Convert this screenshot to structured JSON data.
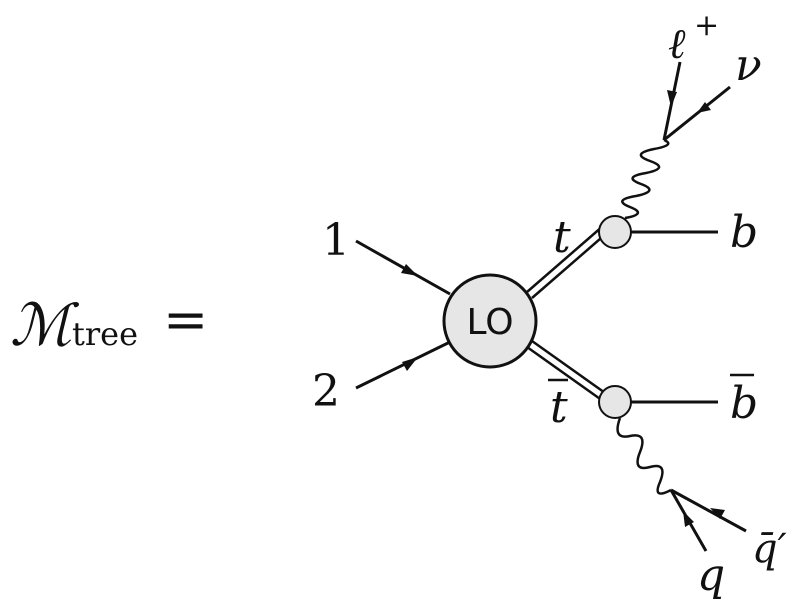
{
  "equation": {
    "lhs_symbol": "ℳ",
    "lhs_subscript": "tree",
    "equals": "="
  },
  "diagram": {
    "incoming": [
      "1",
      "2"
    ],
    "vertex_label": "LO",
    "top_quark": "t",
    "antitop_quark": "t",
    "bottom": "b",
    "antibottom": "b",
    "lepton": "ℓ",
    "lepton_charge": "+",
    "neutrino": "ν",
    "quark": "q",
    "antiquark_prime": "q̄′",
    "colors": {
      "line": "#111111",
      "vertex_fill": "#e6e6e6"
    }
  }
}
